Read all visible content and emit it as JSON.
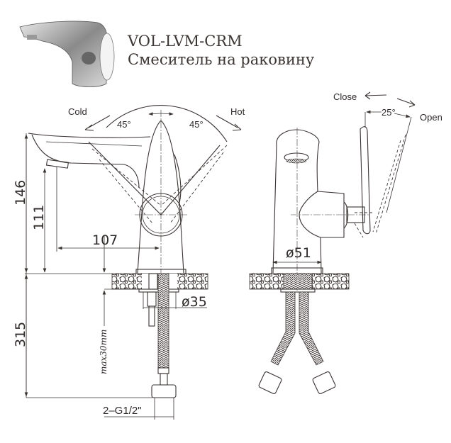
{
  "header": {
    "model": "VOL-LVM-CRM",
    "subtitle": "Смеситель на раковину"
  },
  "front_view": {
    "cold_label": "Cold",
    "hot_label": "Hot",
    "angle_left": "45°",
    "angle_right": "45°",
    "dim_total_height": "146",
    "dim_spout_height": "111",
    "dim_spout_reach": "107",
    "dim_below_counter": "315",
    "dim_counter_thickness": "max30mm",
    "dim_hole": "ø35",
    "dim_connection": "2–G1/2\""
  },
  "side_view": {
    "close_label": "Close",
    "open_label": "Open",
    "angle": "25°",
    "dim_base": "ø51"
  }
}
